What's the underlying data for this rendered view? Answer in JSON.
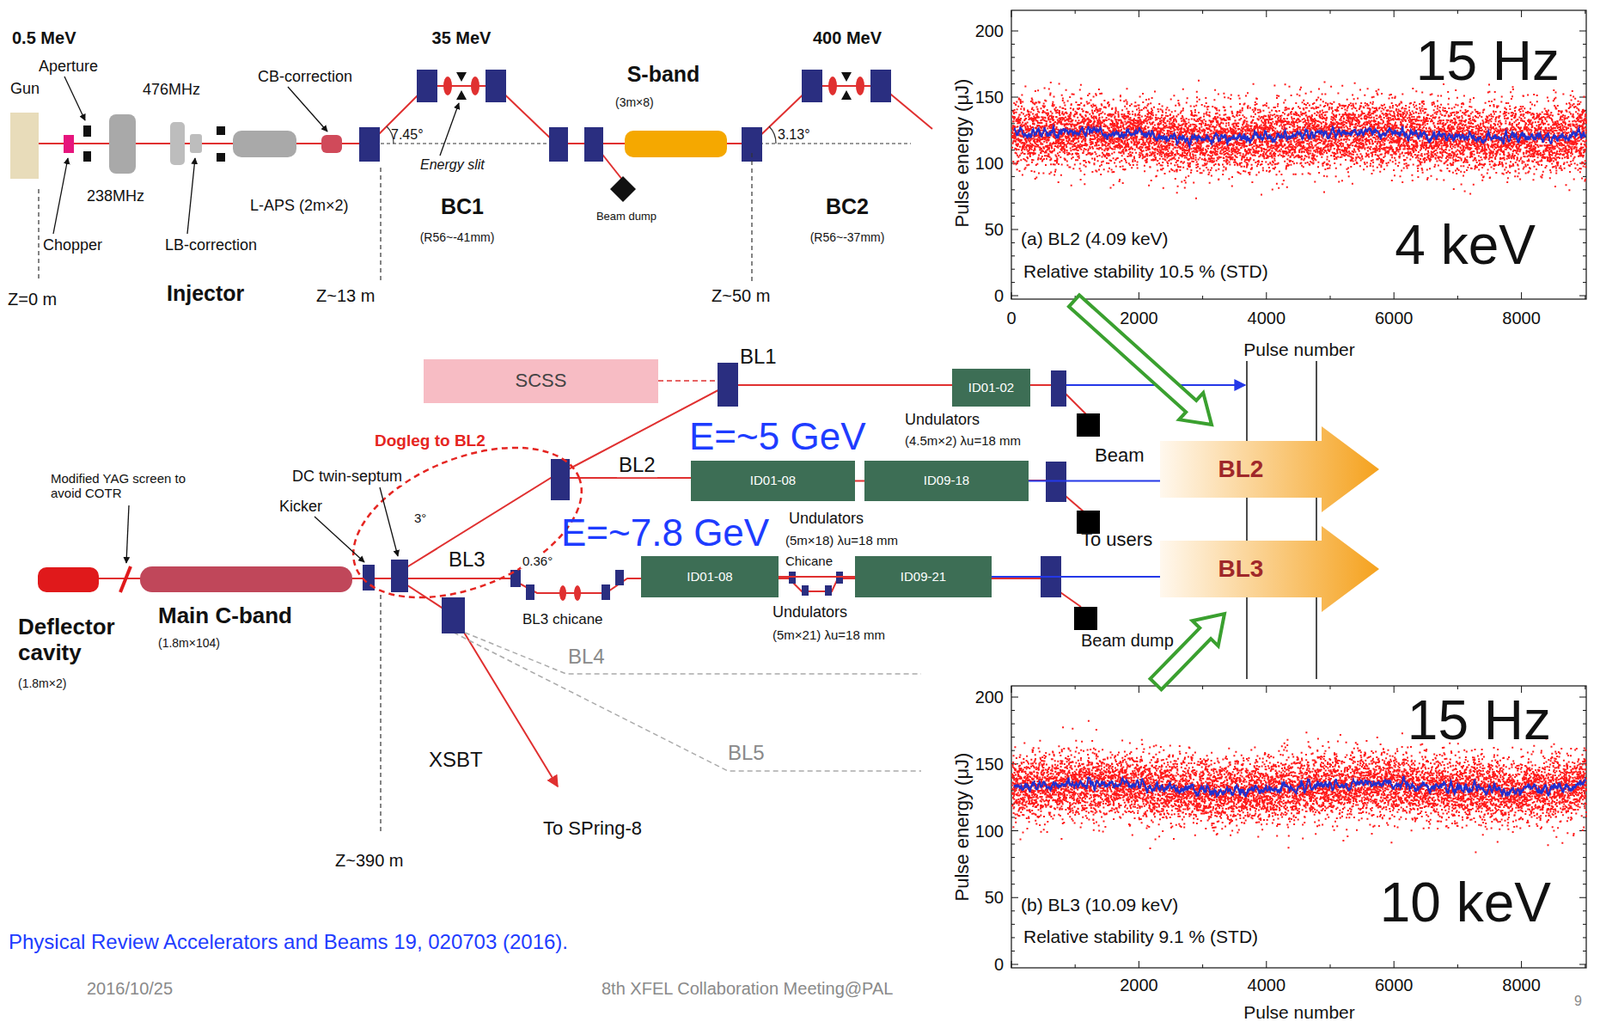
{
  "diagram": {
    "nodes": [
      {
        "text": [
          "SCSS"
        ]
      },
      {
        "text": [
          "ID01-02"
        ]
      },
      {
        "text": [
          "ID01-08"
        ]
      },
      {
        "text": [
          "ID09-18"
        ]
      },
      {
        "text": [
          "ID01-08"
        ]
      },
      {
        "text": [
          "ID09-21"
        ]
      },
      {
        "text": [
          "BL2"
        ]
      },
      {
        "text": [
          "BL3"
        ]
      },
      {
        "text": [
          "15 Hz",
          "4 keV",
          "(a) BL2 (4.09 keV)",
          "Relative stability 10.5 % (STD)"
        ]
      },
      {
        "text": [
          "15 Hz",
          "10 keV",
          "(b) BL3 (10.09 keV)",
          "Relative stability 9.1 % (STD)"
        ]
      }
    ],
    "edges": [
      {
        "from": 2,
        "to": 3,
        "arrow": "none"
      },
      {
        "from": 3,
        "to": 6,
        "arrow": "none"
      },
      {
        "from": 4,
        "to": 5,
        "arrow": "none"
      },
      {
        "from": 5,
        "to": 7,
        "arrow": "none"
      },
      {
        "from": 8,
        "to": 6,
        "arrow": "to"
      },
      {
        "from": 9,
        "to": 7,
        "arrow": "to"
      }
    ],
    "labels": [
      "0.5 MeV",
      "Gun",
      "Aperture",
      "476MHz",
      "CB-correction",
      "35 MeV",
      "S-band",
      "(3m×8)",
      "400 MeV",
      "238MHz",
      "L-APS (2m×2)",
      "Chopper",
      "LB-correction",
      "Injector",
      "Z=0 m",
      "Z~13 m",
      "7.45°",
      "Energy slit",
      "BC1",
      "(R56~-41mm)",
      "Beam dump",
      "3.13°",
      "BC2",
      "(R56~-37mm)",
      "Z~50 m",
      "BL1",
      "Undulators",
      "(4.5m×2) λu=18 mm",
      "E=~5 GeV",
      "Beam",
      "BL2",
      "Dogleg to BL2",
      "DC twin-septum",
      "Modified YAG screen to avoid COTR",
      "Kicker",
      "3°",
      "E=~7.8 GeV",
      "BL3",
      "0.36°",
      "Undulators",
      "(5m×18) λu=18 mm",
      "Chicane",
      "To users",
      "BL3 chicane",
      "Undulators",
      "(5m×21) λu=18 mm",
      "Beam dump",
      "Deflector cavity",
      "(1.8m×2)",
      "Main C-band",
      "(1.8m×104)",
      "BL4",
      "BL5",
      "XSBT",
      "To SPring-8",
      "Z~390 m",
      "Physical Review Accelerators and Beams 19, 020703 (2016).",
      "2016/10/25",
      "8th XFEL Collaboration Meeting@PAL",
      "9",
      "Pulse energy (μJ)",
      "Pulse number",
      "0",
      "50",
      "100",
      "150",
      "200",
      "0",
      "2000",
      "4000",
      "6000",
      "8000",
      "Pulse energy (μJ)",
      "Pulse number",
      "0",
      "50",
      "100",
      "150",
      "200",
      "2000",
      "4000",
      "6000",
      "8000"
    ]
  }
}
